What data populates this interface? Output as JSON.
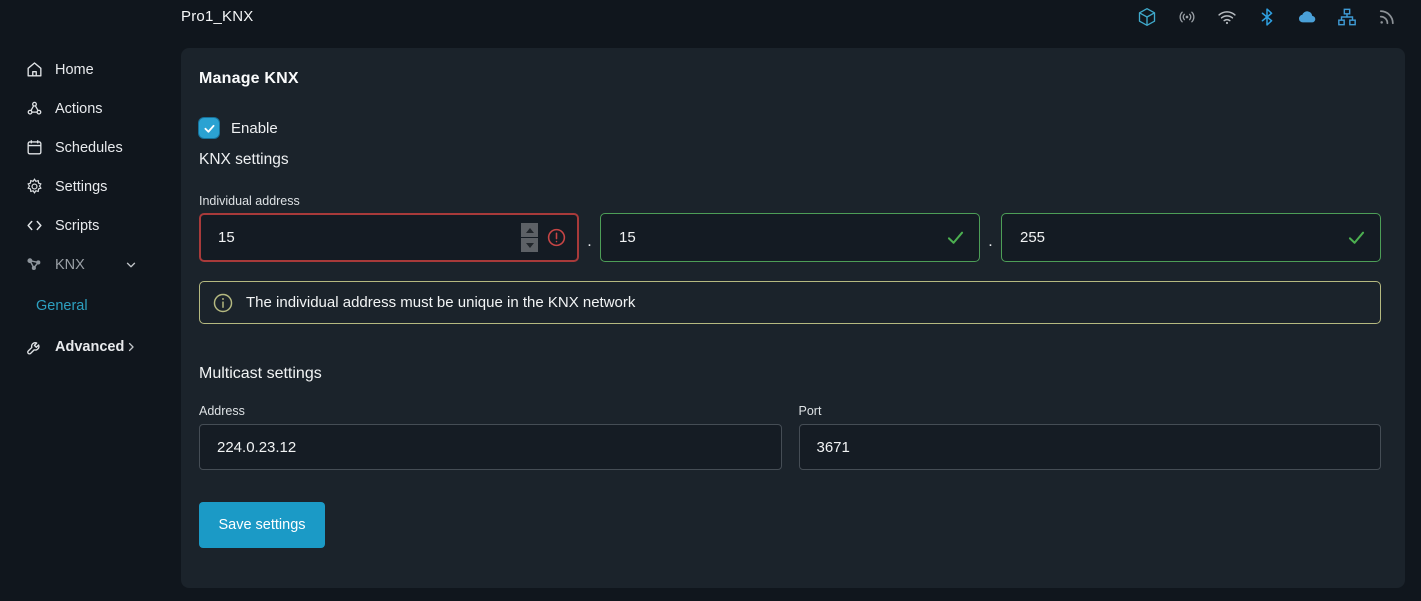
{
  "topbar": {
    "title": "Pro1_KNX",
    "status_icons": [
      {
        "name": "package-cube-icon",
        "color": "#3fa9cb"
      },
      {
        "name": "broadcast-icon",
        "color": "#9aa0a6"
      },
      {
        "name": "wifi-icon",
        "color": "#b6bbc0"
      },
      {
        "name": "bluetooth-icon",
        "color": "#2e9fe0"
      },
      {
        "name": "cloud-icon",
        "color": "#4aa0d8"
      },
      {
        "name": "lan-icon",
        "color": "#3f9bd5"
      },
      {
        "name": "rss-icon",
        "color": "#8d9297"
      }
    ]
  },
  "sidebar": {
    "items": [
      {
        "label": "Home",
        "icon": "home-icon"
      },
      {
        "label": "Actions",
        "icon": "actions-icon"
      },
      {
        "label": "Schedules",
        "icon": "calendar-icon"
      },
      {
        "label": "Settings",
        "icon": "gear-icon"
      },
      {
        "label": "Scripts",
        "icon": "code-icon"
      },
      {
        "label": "KNX",
        "icon": "knx-network-icon",
        "chevron": "chevron-down-icon",
        "expanded": true
      }
    ],
    "knx_submenu": [
      {
        "label": "General",
        "active": true,
        "color": "#2da0c0"
      }
    ],
    "advanced": {
      "label": "Advanced",
      "icon": "wrench-icon",
      "chevron": "chevron-right-icon"
    }
  },
  "content": {
    "heading": "Manage KNX",
    "enable": {
      "label": "Enable",
      "checked": true
    },
    "section_label": "KNX settings",
    "individual_address": {
      "label": "Individual address",
      "separator": ".",
      "fields": [
        {
          "value": "15",
          "status": "error"
        },
        {
          "value": "15",
          "status": "valid"
        },
        {
          "value": "255",
          "status": "valid"
        }
      ]
    },
    "info_message": "The individual address must be unique in the KNX network",
    "multicast": {
      "heading": "Multicast settings",
      "address_label": "Address",
      "address_value": "224.0.23.12",
      "port_label": "Port",
      "port_value": "3671"
    },
    "save_button": "Save settings"
  },
  "colors": {
    "page_bg": "#10161d",
    "card_bg": "#1b232b",
    "accent": "#1b9ac6",
    "checkbox": "#2ba2d2",
    "error_border": "#a83a3a",
    "valid_border": "#4d9e57",
    "info_border": "#b5b980",
    "active_link": "#2da0c0"
  }
}
